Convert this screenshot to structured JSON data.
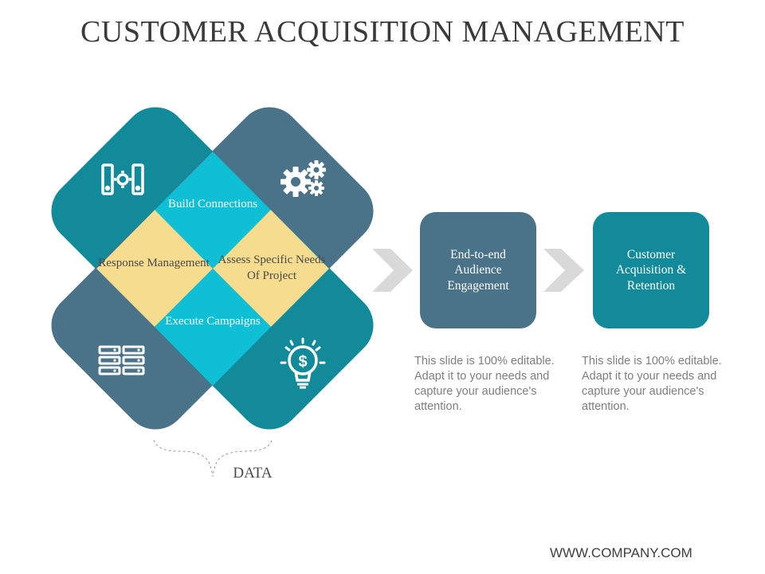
{
  "title": "CUSTOMER ACQUISITION MANAGEMENT",
  "colors": {
    "teal": "#128a9a",
    "slate": "#4a7289",
    "cyan": "#0ebfd6",
    "yellow": "#f6dc8f",
    "arrow": "#d9d9d9"
  },
  "quadrants": [
    {
      "position": "top",
      "icon": "binders-gear-icon"
    },
    {
      "position": "right",
      "icon": "gears-icon"
    },
    {
      "position": "left",
      "icon": "server-rack-icon"
    },
    {
      "position": "bottom",
      "icon": "lightbulb-dollar-icon"
    }
  ],
  "center_labels": {
    "build": "Build Connections",
    "response": "Response Management",
    "assess": "Assess Specific Needs Of Project",
    "execute": "Execute Campaigns"
  },
  "data_label": "DATA",
  "steps": [
    {
      "label": "End-to-end Audience Engagement",
      "desc": "This slide is 100% editable. Adapt it to your needs and capture your audience's attention."
    },
    {
      "label": "Customer Acquisition & Retention",
      "desc": "This slide is 100% editable. Adapt it to your needs and capture your audience's attention."
    }
  ],
  "website": "WWW.COMPANY.COM"
}
